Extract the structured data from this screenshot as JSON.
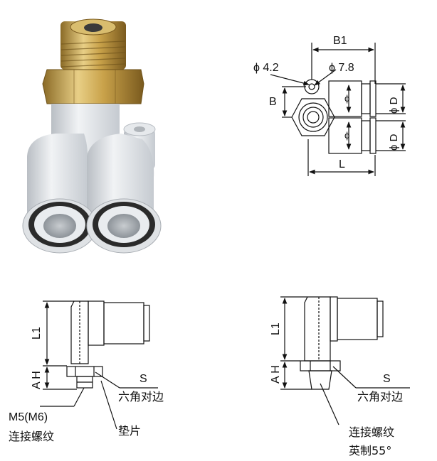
{
  "colors": {
    "brass": "#c9a24a",
    "plastic": "#e4e7ea",
    "ring": "#2b2b2b",
    "line": "#111111"
  },
  "top_view": {
    "dim_b1": "B1",
    "dim_hole_small": "ϕ 4.2",
    "dim_hole_large": "ϕ 7.8",
    "dim_b": "B",
    "dim_l": "L",
    "dim_port_upper": "ϕ D",
    "dim_port_lower": "ϕ D",
    "tube_mark_upper": "ϕ",
    "tube_mark_lower": "ϕ"
  },
  "left_side_view": {
    "dim_l1": "L1",
    "dim_ah": "A H",
    "hex_label": "S",
    "hex_note": "六角对边",
    "thread_label": "M5(M6)",
    "thread_note": "连接螺纹",
    "washer_note": "垫片"
  },
  "right_side_view": {
    "dim_l1": "L1",
    "dim_ah": "A H",
    "hex_label": "S",
    "hex_note": "六角对边",
    "thread_note": "连接螺纹",
    "thread_standard": "英制55°"
  }
}
